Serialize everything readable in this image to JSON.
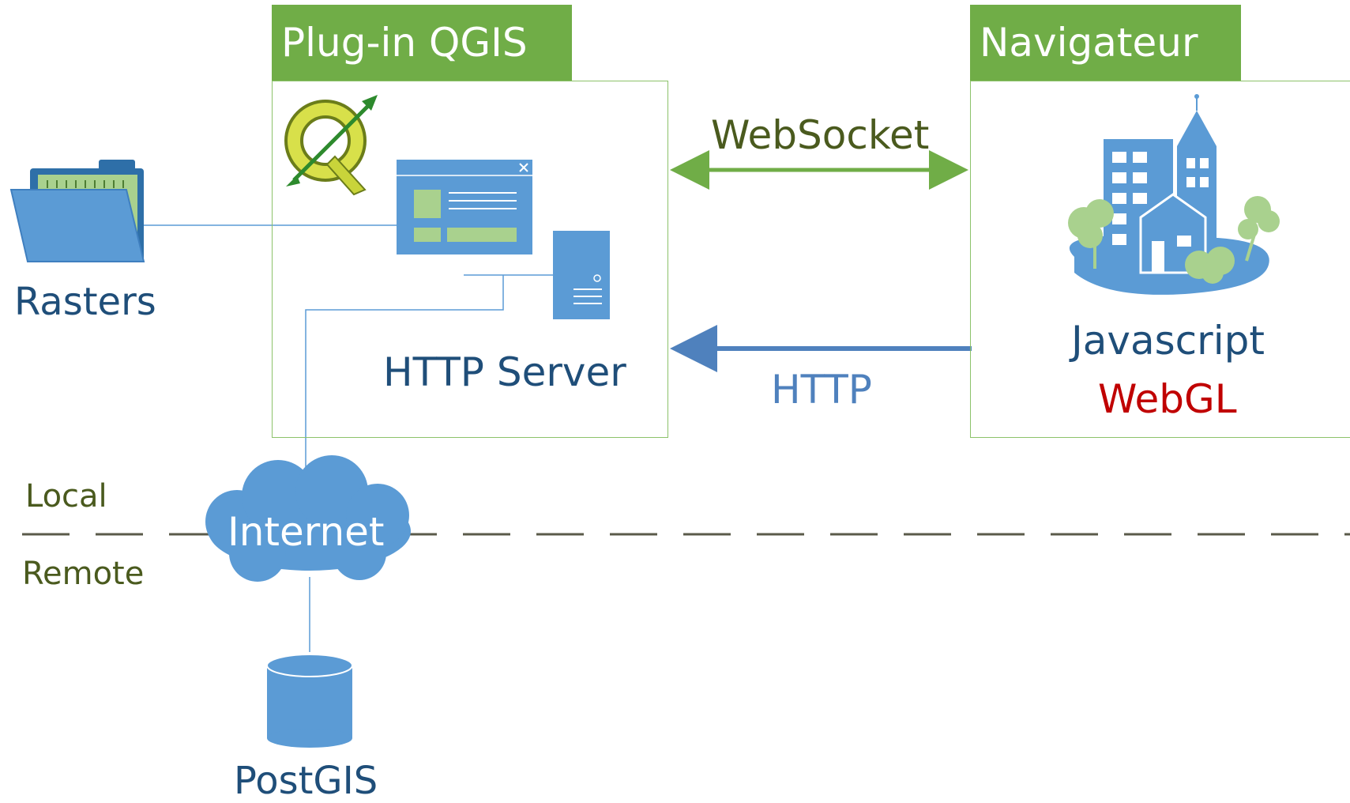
{
  "plugin": {
    "header": "Plug-in QGIS",
    "server_label": "HTTP Server"
  },
  "browser": {
    "header": "Navigateur",
    "js_label": "Javascript",
    "webgl_label": "WebGL"
  },
  "links": {
    "websocket": "WebSocket",
    "http": "HTTP"
  },
  "rasters_label": "Rasters",
  "internet_label": "Internet",
  "postgis_label": "PostGIS",
  "zones": {
    "local": "Local",
    "remote": "Remote"
  },
  "colors": {
    "green_header": "#70ad47",
    "blue": "#5b9bd5",
    "dark_text": "#1f4e79",
    "olive_text": "#4a5a1e",
    "red": "#c00000"
  }
}
